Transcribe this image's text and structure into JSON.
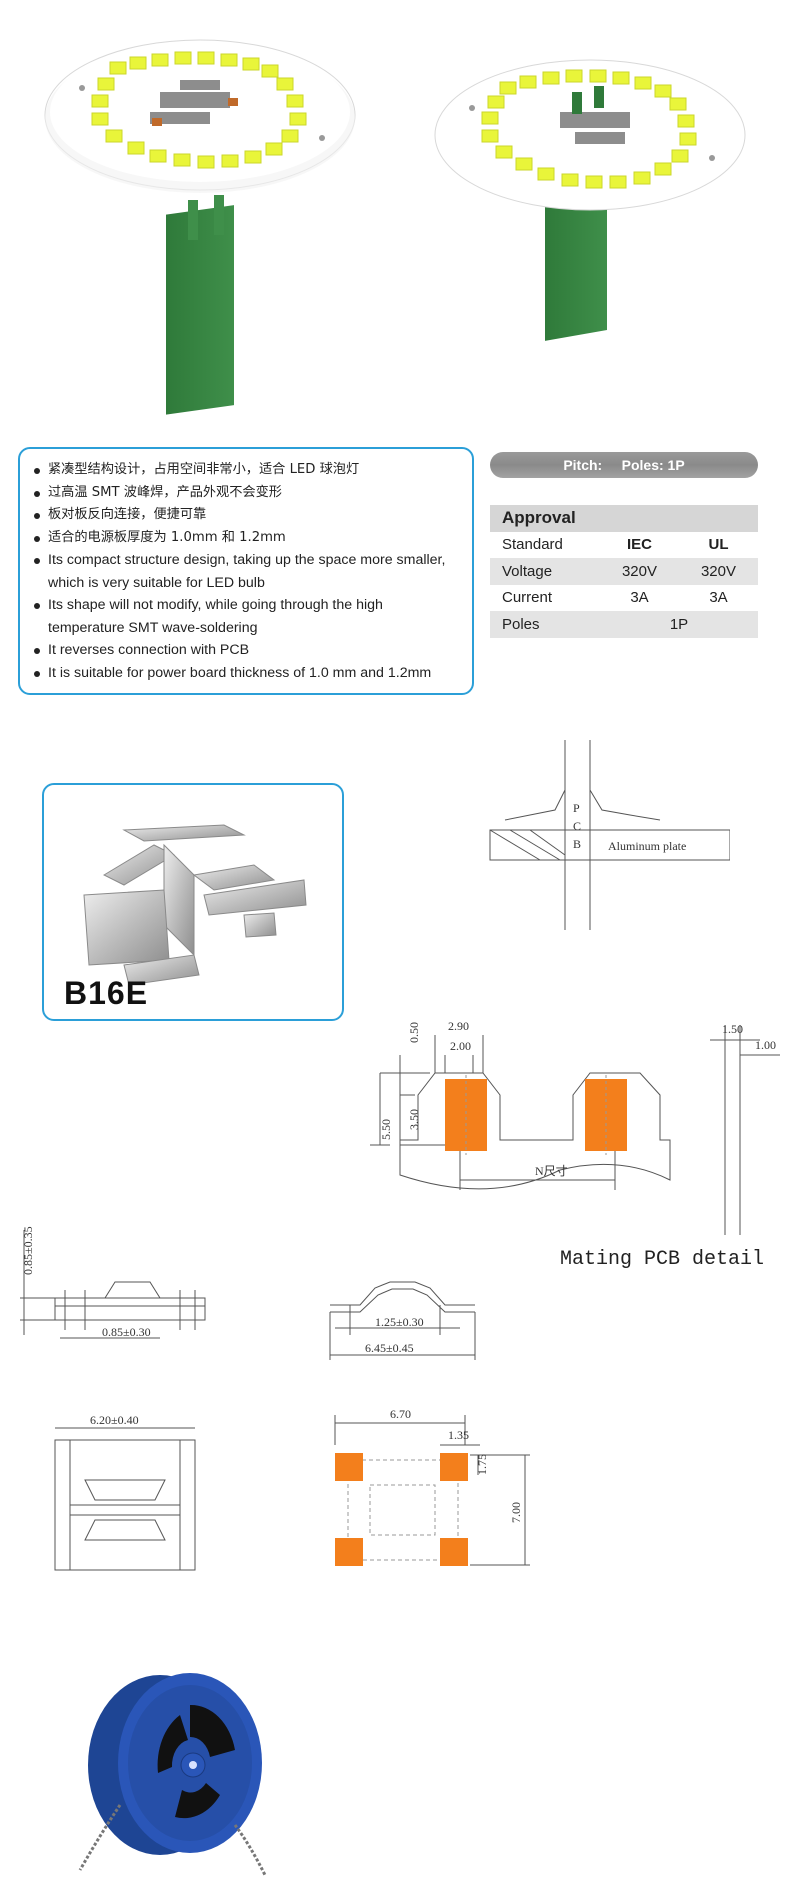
{
  "features": {
    "items": [
      {
        "text": "紧凑型结构设计，占用空间非常小，适合 LED 球泡灯",
        "cn": true
      },
      {
        "text": "过高温 SMT 波峰焊，产品外观不会变形",
        "cn": true
      },
      {
        "text": "板对板反向连接，便捷可靠",
        "cn": true
      },
      {
        "text": "适合的电源板厚度为 1.0mm 和 1.2mm",
        "cn": true
      },
      {
        "text": "Its compact structure design, taking up the space more smaller,",
        "sub": "which is very suitable for LED bulb"
      },
      {
        "text": "Its shape will not modify, while going through the high",
        "sub": "temperature SMT wave-soldering"
      },
      {
        "text": "It reverses connection with PCB"
      },
      {
        "text": "It is suitable for power board thickness of 1.0 mm and 1.2mm"
      }
    ]
  },
  "pitch_bar": {
    "text": "Pitch:     Poles: 1P"
  },
  "approval": {
    "title": "Approval",
    "header": {
      "label": "Standard",
      "iec": "IEC",
      "ul": "UL"
    },
    "voltage": {
      "label": "Voltage",
      "iec": "320V",
      "ul": "320V"
    },
    "current": {
      "label": "Current",
      "iec": "3A",
      "ul": "3A"
    },
    "poles": {
      "label": "Poles",
      "value": "1P"
    }
  },
  "product": {
    "name": "B16E"
  },
  "drawings": {
    "side_section": {
      "pcb": [
        "P",
        "C",
        "B"
      ],
      "plate_label": "Aluminum plate"
    },
    "pcb_detail": {
      "dim_290": "2.90",
      "dim_200": "2.00",
      "dim_050": "0.50",
      "dim_350": "3.50",
      "dim_550": "5.50",
      "n_label": "N尺寸",
      "dim_150": "1.50",
      "dim_100": "1.00",
      "caption": "Mating PCB detail"
    },
    "side_view": {
      "dim_height": "0.85±0.35",
      "dim_width": "0.85±0.30"
    },
    "front_view": {
      "dim_inner": "1.25±0.30",
      "dim_outer": "6.45±0.45"
    },
    "top_view": {
      "dim_width": "6.20±0.40"
    },
    "footprint": {
      "dim_670": "6.70",
      "dim_135": "1.35",
      "dim_175": "1.75",
      "dim_700": "7.00"
    }
  },
  "colors": {
    "accent_border": "#2b9fd8",
    "pad_orange": "#f37f1c",
    "pcb_green": "#2f7a3a",
    "reel_blue": "#2a56b8"
  }
}
